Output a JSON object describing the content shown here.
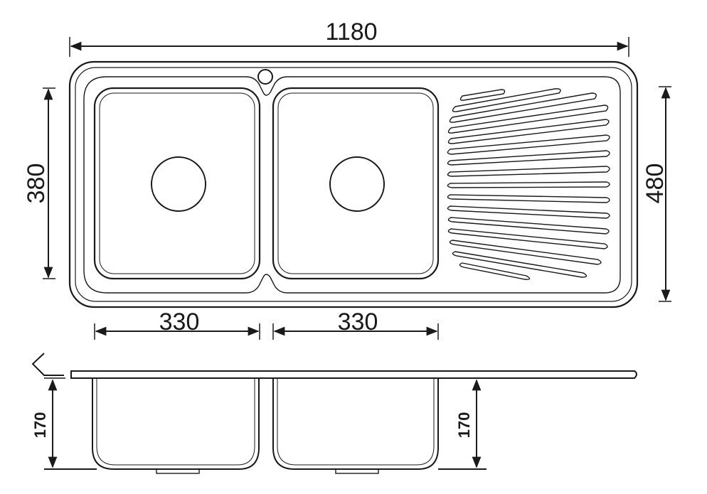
{
  "top_view": {
    "overall_length": "1180",
    "overall_width": "480",
    "bowl_width": "380",
    "bowl_left_length": "330",
    "bowl_right_length": "330"
  },
  "side_view": {
    "left_depth": "170",
    "right_depth": "170"
  },
  "colors": {
    "line": "#1a1a1a",
    "background": "#ffffff"
  }
}
